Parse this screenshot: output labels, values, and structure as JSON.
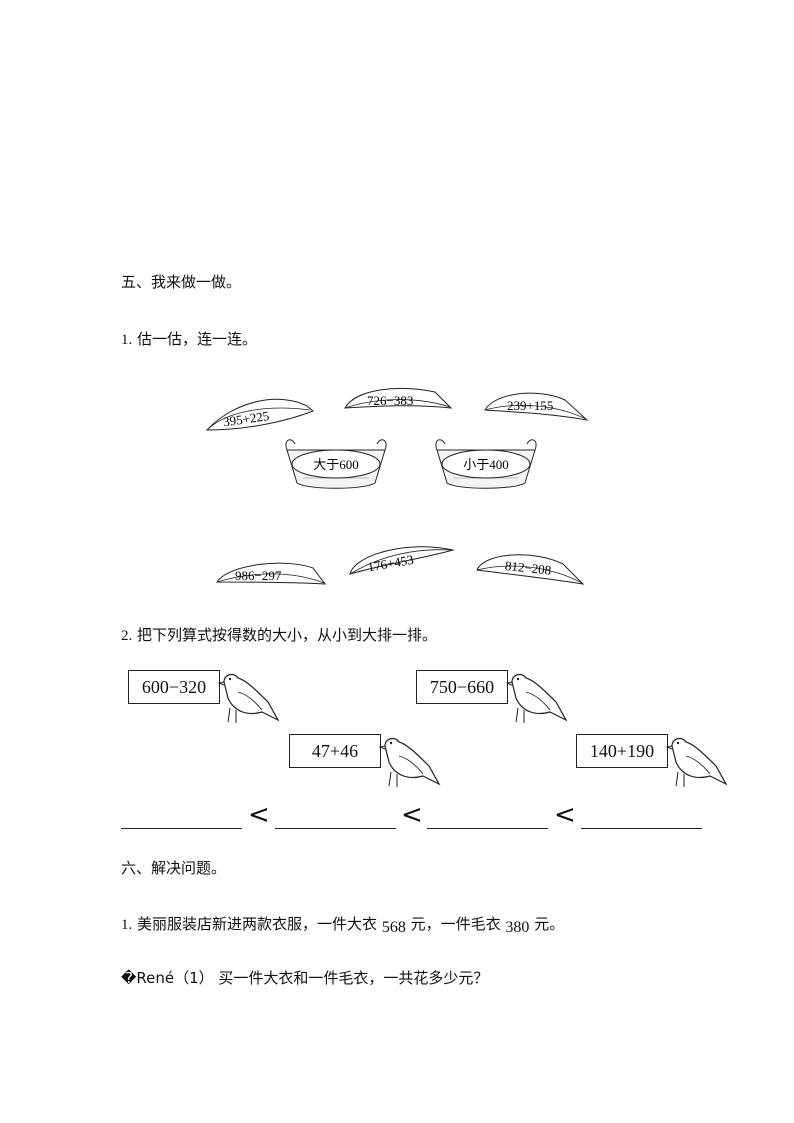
{
  "section5": {
    "title": "五、我来做一做。",
    "q1": {
      "num": "1",
      "text": "估一估，连一连。"
    },
    "leaves_top": [
      "395+225",
      "726−383",
      "239+155"
    ],
    "baskets": [
      "大于600",
      "小于400"
    ],
    "leaves_bottom": [
      "986−297",
      "176+453",
      "812−208"
    ],
    "q2": {
      "num": "2",
      "text": "把下列算式按得数的大小，从小到大排一排。"
    },
    "boxes": [
      "600−320",
      "750−660",
      "47+46",
      "140+190"
    ],
    "less_than": "<"
  },
  "section6": {
    "title": "六、解决问题。",
    "q1": {
      "num": "1",
      "text_a": "美丽服装店新进两款衣服，一件大衣",
      "coat_price": "568",
      "text_b": "元，一件毛衣",
      "sweater_price": "380",
      "text_c": "元。"
    },
    "sub1": {
      "prefix": "�René",
      "label": "（1）",
      "text": "买一件大衣和一件毛衣，一共花多少元？"
    }
  }
}
